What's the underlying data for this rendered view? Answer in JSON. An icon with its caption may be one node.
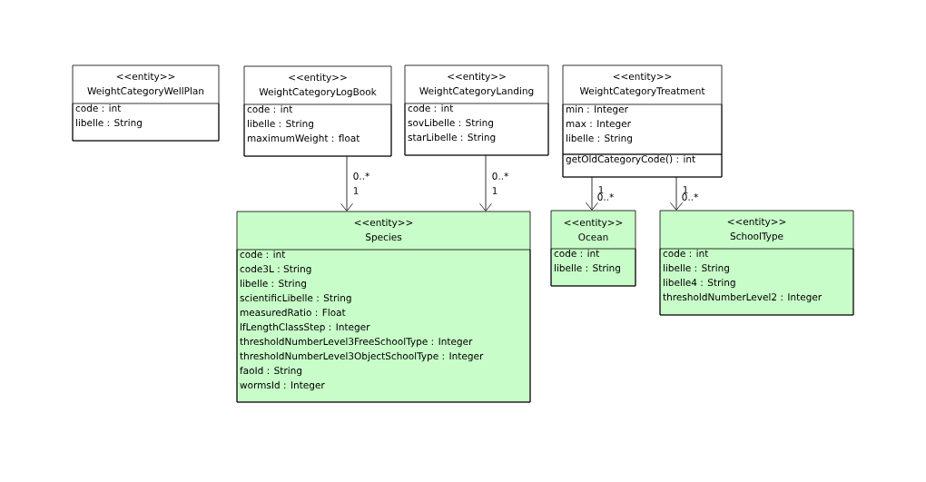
{
  "diagram": {
    "nodes": [
      {
        "text": [
          "<<entity>>",
          "WeightCategoryWellPlan"
        ]
      },
      {
        "text": [
          "code : int",
          "libelle : String"
        ],
        "in": 0
      },
      {
        "text": [
          "<<entity>>",
          "WeightCategoryLogBook"
        ]
      },
      {
        "text": [
          "code : int",
          "libelle : String",
          "maximumWeight : float"
        ],
        "in": 2
      },
      {
        "text": [
          "<<entity>>",
          "WeightCategoryLanding"
        ]
      },
      {
        "text": [
          "code : int",
          "sovLibelle : String",
          "starLibelle : String"
        ],
        "in": 4
      },
      {
        "text": [
          "<<entity>>",
          "WeightCategoryTreatment"
        ]
      },
      {
        "text": [
          "min : Integer",
          "max : Integer",
          "libelle : String"
        ],
        "in": 6
      },
      {
        "text": [
          "getOldCategoryCode() : int"
        ],
        "in": 6
      },
      {
        "text": [
          "<<entity>>",
          "Species"
        ]
      },
      {
        "text": [
          "code : int",
          "code3L : String",
          "libelle : String",
          "scientificLibelle : String",
          "measuredRatio : Float",
          "lfLengthClassStep : Integer",
          "thresholdNumberLevel3FreeSchoolType : Integer",
          "thresholdNumberLevel3ObjectSchoolType : Integer",
          "faoId : String",
          "wormsId : Integer"
        ],
        "in": 9
      },
      {
        "text": [
          "<<entity>>",
          "Ocean"
        ]
      },
      {
        "text": [
          "code : int",
          "libelle : String"
        ],
        "in": 11
      },
      {
        "text": [
          "<<entity>>",
          "SchoolType"
        ]
      },
      {
        "text": [
          "code : int",
          "libelle : String",
          "libelle4 : String",
          "thresholdNumberLevel2 : Integer"
        ],
        "in": 13
      }
    ],
    "edges": [
      {
        "from": 2,
        "to": 9,
        "arrow": "to",
        "label": "0..*"
      },
      {
        "from": 4,
        "to": 9,
        "arrow": "to",
        "label": "0..*"
      },
      {
        "from": 6,
        "to": 11,
        "arrow": "to",
        "label": "0..*"
      },
      {
        "from": 6,
        "to": 13,
        "arrow": "to",
        "label": "0..*"
      }
    ],
    "labels": [
      "1",
      "1",
      "1",
      "1"
    ]
  }
}
